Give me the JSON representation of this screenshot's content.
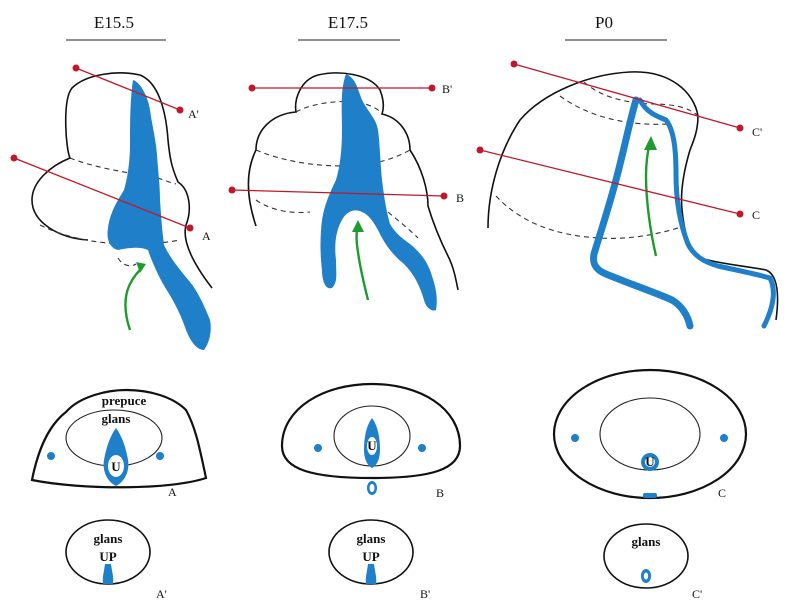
{
  "stages": [
    {
      "label": "E15.5"
    },
    {
      "label": "E17.5"
    },
    {
      "label": "P0"
    }
  ],
  "section_markers": {
    "e15": {
      "upper": "A'",
      "lower": "A"
    },
    "e17": {
      "upper": "B'",
      "lower": "B"
    },
    "p0": {
      "upper": "C'",
      "lower": "C"
    }
  },
  "cross_sections": [
    {
      "id": "A",
      "tissue_labels": [
        "prepuce",
        "glans",
        "U"
      ]
    },
    {
      "id": "B",
      "tissue_labels": [
        "U"
      ]
    },
    {
      "id": "C",
      "tissue_labels": [
        "U"
      ]
    }
  ],
  "distal_sections": [
    {
      "id": "A'",
      "tissue_labels": [
        "glans",
        "UP"
      ]
    },
    {
      "id": "B'",
      "tissue_labels": [
        "glans",
        "UP"
      ]
    },
    {
      "id": "C'",
      "tissue_labels": [
        "glans"
      ]
    }
  ],
  "colors": {
    "epithelium": "#1f7fc8",
    "section_pin": "#c0182a",
    "growth_arrow": "#1e9a2e",
    "outline": "#111111"
  }
}
